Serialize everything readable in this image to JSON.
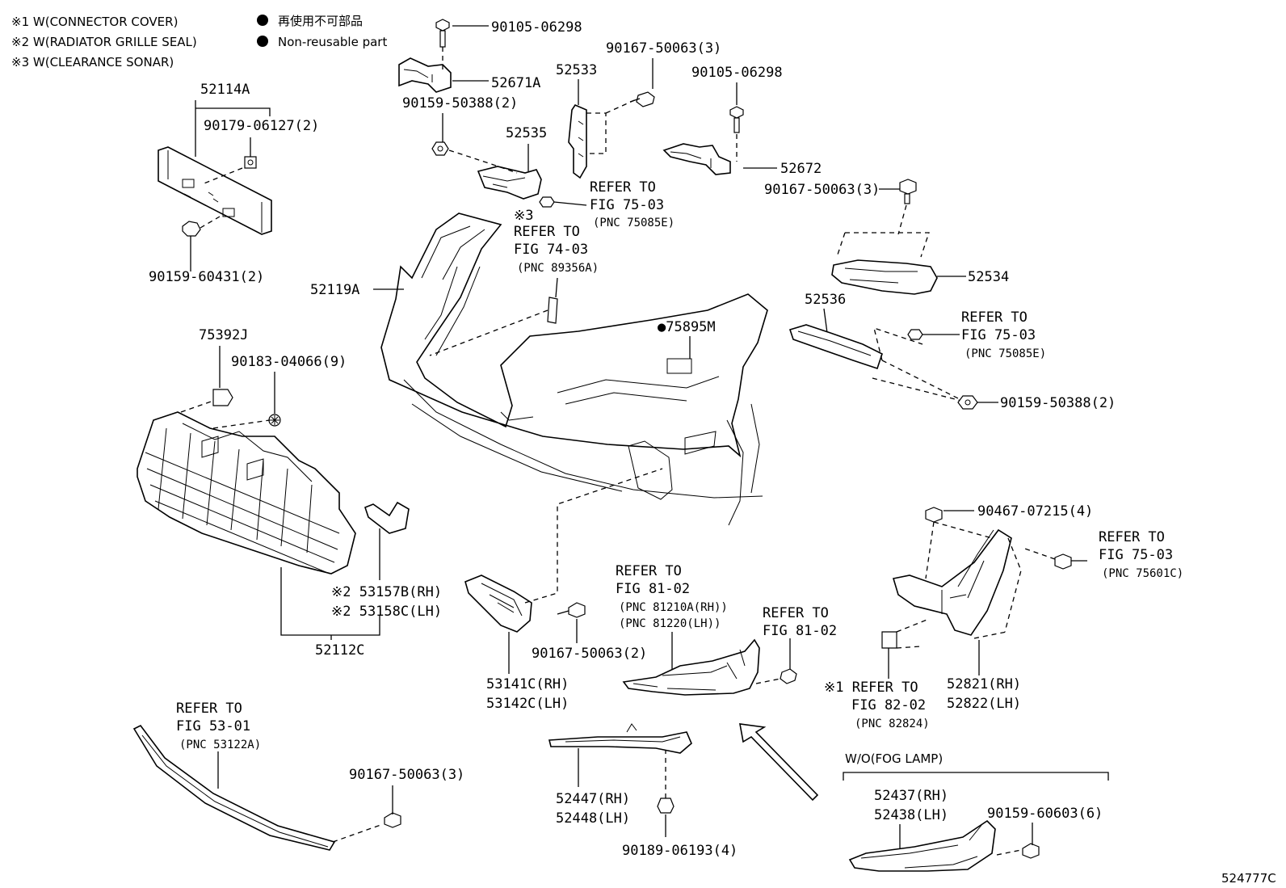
{
  "legend": {
    "note1": "※1 W(CONNECTOR COVER)",
    "note2": "※2 W(RADIATOR GRILLE SEAL)",
    "note3": "※3 W(CLEARANCE SONAR)",
    "nonreusable_jp": "再使用不可部品",
    "nonreusable_en": "Non-reusable part"
  },
  "labels": {
    "p90105_top": "90105-06298",
    "p52671A": "52671A",
    "p90159_50388_top": "90159-50388(2)",
    "p52533": "52533",
    "p90167_50063_3_top": "90167-50063(3)",
    "p90105_right": "90105-06298",
    "p52535": "52535",
    "p52672": "52672",
    "p52114A": "52114A",
    "p90179": "90179-06127(2)",
    "p90159_60431": "90159-60431(2)",
    "ref_75085E_a_1": "REFER TO",
    "ref_75085E_a_2": "FIG 75-03",
    "ref_75085E_a_3": "(PNC 75085E)",
    "p90167_50063_3_mid": "90167-50063(3)",
    "note3_mark": "※3",
    "ref_89356A_1": "REFER TO",
    "ref_89356A_2": "FIG 74-03",
    "ref_89356A_3": "(PNC 89356A)",
    "p52534": "52534",
    "p52119A": "52119A",
    "p52536": "52536",
    "ref_75085E_b_1": "REFER TO",
    "ref_75085E_b_2": "FIG 75-03",
    "ref_75085E_b_3": "(PNC 75085E)",
    "p75392J": "75392J",
    "p75895M": "●75895M",
    "p90183": "90183-04066(9)",
    "p90159_50388_right": "90159-50388(2)",
    "p90467": "90467-07215(4)",
    "ref_75601C_1": "REFER TO",
    "ref_75601C_2": "FIG 75-03",
    "ref_75601C_3": "(PNC 75601C)",
    "ref_812_1": "REFER TO",
    "ref_812_2": "FIG 81-02",
    "ref_812_3": "(PNC 81210A(RH))",
    "ref_812_4": "(PNC 81220(LH))",
    "p53157B": "※2 53157B(RH)",
    "p53158C": "※2 53158C(LH)",
    "ref_8102_b_1": "REFER TO",
    "ref_8102_b_2": "FIG 81-02",
    "p52112C": "52112C",
    "p90167_50063_2": "90167-50063(2)",
    "p53141C": "53141C(RH)",
    "p53142C": "53142C(LH)",
    "p52821": "52821(RH)",
    "p52822": "52822(LH)",
    "ref_82824_1": "※1 REFER TO",
    "ref_82824_2": "FIG 82-02",
    "ref_82824_3": "(PNC 82824)",
    "ref_53122A_1": "REFER TO",
    "ref_53122A_2": "FIG 53-01",
    "ref_53122A_3": "(PNC 53122A)",
    "wo_fog": "W/O(FOG LAMP)",
    "p52437": "52437(RH)",
    "p52438": "52438(LH)",
    "p90159_60603": "90159-60603(6)",
    "p90167_50063_3_bot": "90167-50063(3)",
    "p52447": "52447(RH)",
    "p52448": "52448(LH)",
    "p90189": "90189-06193(4)",
    "figure_id": "524777C"
  }
}
